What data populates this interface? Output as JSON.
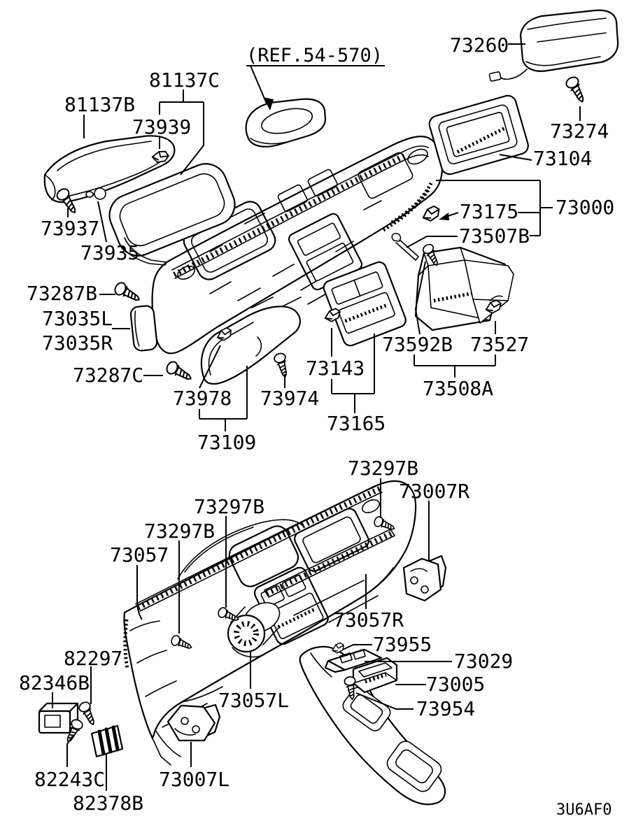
{
  "diagram": {
    "ref_note": "(REF.54-570)",
    "drawing_code": "3U6AF0",
    "line_color": "#000000",
    "background_color": "#ffffff"
  },
  "part_labels": [
    {
      "part": "81137C"
    },
    {
      "part": "81137B"
    },
    {
      "part": "73939"
    },
    {
      "part": "73937"
    },
    {
      "part": "73935"
    },
    {
      "part": "73260"
    },
    {
      "part": "73274"
    },
    {
      "part": "73104"
    },
    {
      "part": "73000"
    },
    {
      "part": "73175"
    },
    {
      "part": "73507B"
    },
    {
      "part": "73287B"
    },
    {
      "part": "73035L"
    },
    {
      "part": "73035R"
    },
    {
      "part": "73287C"
    },
    {
      "part": "73978"
    },
    {
      "part": "73974"
    },
    {
      "part": "73109"
    },
    {
      "part": "73143"
    },
    {
      "part": "73165"
    },
    {
      "part": "73592B"
    },
    {
      "part": "73527"
    },
    {
      "part": "73508A"
    },
    {
      "part": "73297B"
    },
    {
      "part": "73007R"
    },
    {
      "part": "73297B"
    },
    {
      "part": "73297B"
    },
    {
      "part": "73057"
    },
    {
      "part": "73057R"
    },
    {
      "part": "73955"
    },
    {
      "part": "73029"
    },
    {
      "part": "73005"
    },
    {
      "part": "73954"
    },
    {
      "part": "82297"
    },
    {
      "part": "82346B"
    },
    {
      "part": "73057L"
    },
    {
      "part": "82243C"
    },
    {
      "part": "73007L"
    },
    {
      "part": "82378B"
    }
  ]
}
